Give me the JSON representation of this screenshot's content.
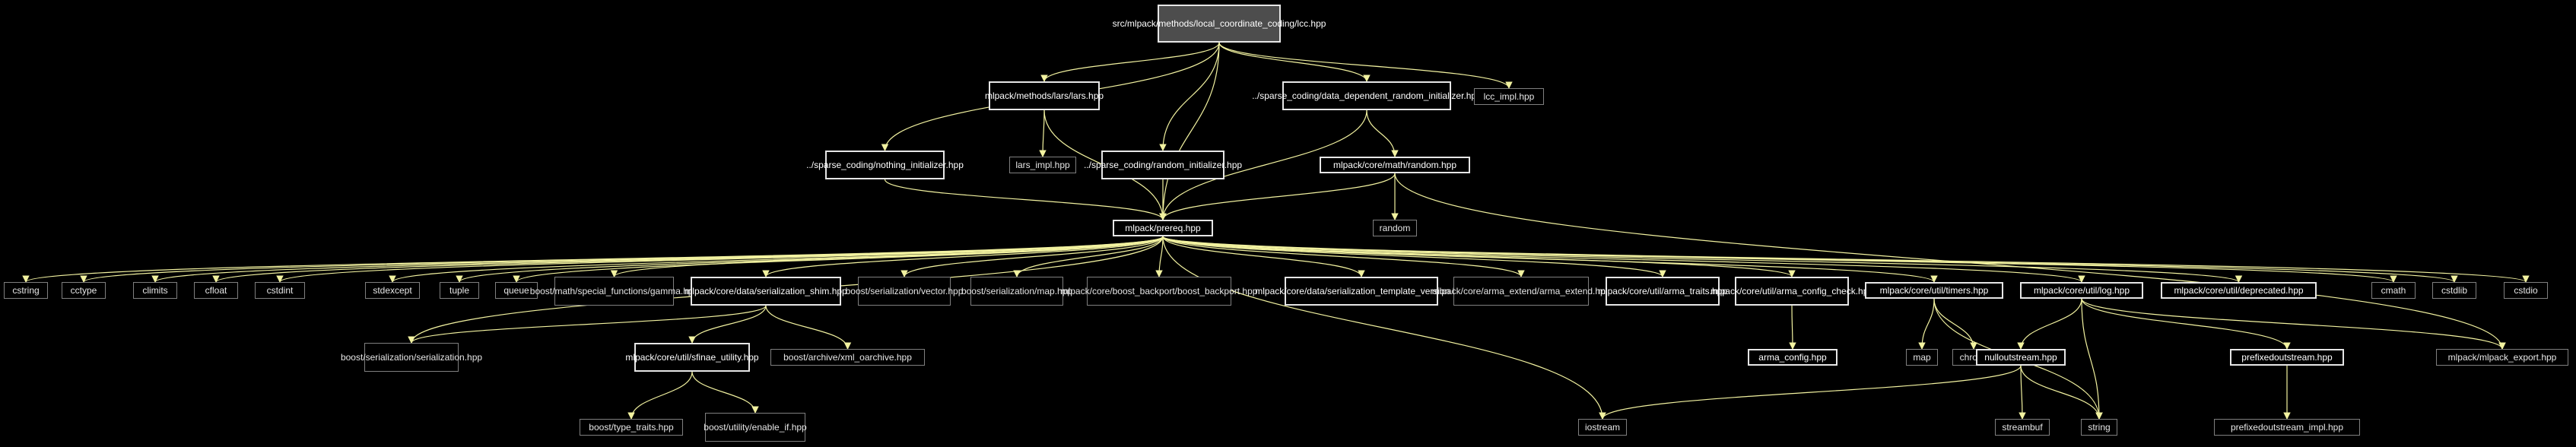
{
  "nodes": {
    "lcc": [
      "src/mlpack/methods",
      "/local_coordinate_coding",
      "/lcc.hpp"
    ],
    "lars": [
      "mlpack/methods/lars",
      "/lars.hpp"
    ],
    "sparse_data_dep": [
      "../sparse_coding/data",
      "_dependent_random_initializer.hpp"
    ],
    "lcc_impl": [
      "lcc_impl.hpp"
    ],
    "sparse_nothing": [
      "../sparse_coding/nothing",
      "_initializer.hpp"
    ],
    "lars_impl": [
      "lars_impl.hpp"
    ],
    "sparse_random": [
      "../sparse_coding/random",
      "_initializer.hpp"
    ],
    "math_random": [
      "mlpack/core/math/random.hpp"
    ],
    "random": [
      "random"
    ],
    "prereq": [
      "mlpack/prereq.hpp"
    ],
    "cstring": [
      "cstring"
    ],
    "cctype": [
      "cctype"
    ],
    "climits": [
      "climits"
    ],
    "cfloat": [
      "cfloat"
    ],
    "cstdint": [
      "cstdint"
    ],
    "stdexcept": [
      "stdexcept"
    ],
    "tuple": [
      "tuple"
    ],
    "queue": [
      "queue"
    ],
    "gamma": [
      "boost/math/special",
      "_functions/gamma.hpp"
    ],
    "ser_shim": [
      "mlpack/core/data/serialization",
      "_shim.hpp"
    ],
    "ser_vector": [
      "boost/serialization",
      "/vector.hpp"
    ],
    "ser_map": [
      "boost/serialization",
      "/map.hpp"
    ],
    "boost_backport": [
      "mlpack/core/boost_backport",
      "/boost_backport.hpp"
    ],
    "ser_template_ver": [
      "mlpack/core/data/serialization",
      "_template_version.hpp"
    ],
    "arma_extend": [
      "mlpack/core/arma_extend",
      "/arma_extend.hpp"
    ],
    "arma_traits": [
      "mlpack/core/util/arma",
      "_traits.hpp"
    ],
    "arma_config_check": [
      "mlpack/core/util/arma",
      "_config_check.hpp"
    ],
    "timers": [
      "mlpack/core/util/timers.hpp"
    ],
    "log": [
      "mlpack/core/util/log.hpp"
    ],
    "deprecated": [
      "mlpack/core/util/deprecated.hpp"
    ],
    "cmath": [
      "cmath"
    ],
    "cstdlib": [
      "cstdlib"
    ],
    "cstdio": [
      "cstdio"
    ],
    "ser_serialization": [
      "boost/serialization",
      "/serialization.hpp"
    ],
    "sfinae": [
      "mlpack/core/util/sfinae",
      "_utility.hpp"
    ],
    "xml_oarchive": [
      "boost/archive/xml_oarchive.hpp"
    ],
    "arma_config": [
      "arma_config.hpp"
    ],
    "map": [
      "map"
    ],
    "chrono": [
      "chrono"
    ],
    "nulloutstream": [
      "nulloutstream.hpp"
    ],
    "prefixedoutstream": [
      "prefixedoutstream.hpp"
    ],
    "mlpack_export": [
      "mlpack/mlpack_export.hpp"
    ],
    "type_traits": [
      "boost/type_traits.hpp"
    ],
    "enable_if": [
      "boost/utility/enable",
      "_if.hpp"
    ],
    "iostream": [
      "iostream"
    ],
    "streambuf": [
      "streambuf"
    ],
    "string": [
      "string"
    ],
    "prefixedoutstream_impl": [
      "prefixedoutstream_impl.hpp"
    ]
  },
  "edges": [
    [
      "lcc",
      "lars"
    ],
    [
      "lcc",
      "sparse_data_dep"
    ],
    [
      "lcc",
      "lcc_impl"
    ],
    [
      "lcc",
      "sparse_nothing"
    ],
    [
      "lcc",
      "sparse_random"
    ],
    [
      "lcc",
      "prereq"
    ],
    [
      "lars",
      "lars_impl"
    ],
    [
      "lars",
      "prereq"
    ],
    [
      "sparse_data_dep",
      "math_random"
    ],
    [
      "sparse_data_dep",
      "prereq"
    ],
    [
      "sparse_nothing",
      "prereq"
    ],
    [
      "sparse_random",
      "prereq"
    ],
    [
      "math_random",
      "random"
    ],
    [
      "math_random",
      "prereq"
    ],
    [
      "math_random",
      "mlpack_export"
    ],
    [
      "prereq",
      "cstring"
    ],
    [
      "prereq",
      "cctype"
    ],
    [
      "prereq",
      "climits"
    ],
    [
      "prereq",
      "cfloat"
    ],
    [
      "prereq",
      "cstdint"
    ],
    [
      "prereq",
      "stdexcept"
    ],
    [
      "prereq",
      "tuple"
    ],
    [
      "prereq",
      "queue"
    ],
    [
      "prereq",
      "gamma"
    ],
    [
      "prereq",
      "ser_shim"
    ],
    [
      "prereq",
      "ser_vector"
    ],
    [
      "prereq",
      "ser_map"
    ],
    [
      "prereq",
      "boost_backport"
    ],
    [
      "prereq",
      "ser_template_ver"
    ],
    [
      "prereq",
      "arma_extend"
    ],
    [
      "prereq",
      "arma_traits"
    ],
    [
      "prereq",
      "arma_config_check"
    ],
    [
      "prereq",
      "timers"
    ],
    [
      "prereq",
      "log"
    ],
    [
      "prereq",
      "deprecated"
    ],
    [
      "prereq",
      "cmath"
    ],
    [
      "prereq",
      "cstdlib"
    ],
    [
      "prereq",
      "cstdio"
    ],
    [
      "prereq",
      "ser_serialization"
    ],
    [
      "prereq",
      "iostream"
    ],
    [
      "ser_shim",
      "ser_serialization"
    ],
    [
      "ser_shim",
      "sfinae"
    ],
    [
      "ser_shim",
      "xml_oarchive"
    ],
    [
      "sfinae",
      "type_traits"
    ],
    [
      "sfinae",
      "enable_if"
    ],
    [
      "arma_config_check",
      "arma_config"
    ],
    [
      "timers",
      "map"
    ],
    [
      "timers",
      "chrono"
    ],
    [
      "timers",
      "string"
    ],
    [
      "log",
      "nulloutstream"
    ],
    [
      "log",
      "prefixedoutstream"
    ],
    [
      "log",
      "mlpack_export"
    ],
    [
      "log",
      "string"
    ],
    [
      "nulloutstream",
      "iostream"
    ],
    [
      "nulloutstream",
      "streambuf"
    ],
    [
      "nulloutstream",
      "string"
    ],
    [
      "prefixedoutstream",
      "prefixedoutstream_impl"
    ]
  ],
  "colors": {
    "edge": "#f2f2a0",
    "background": "#000000"
  }
}
